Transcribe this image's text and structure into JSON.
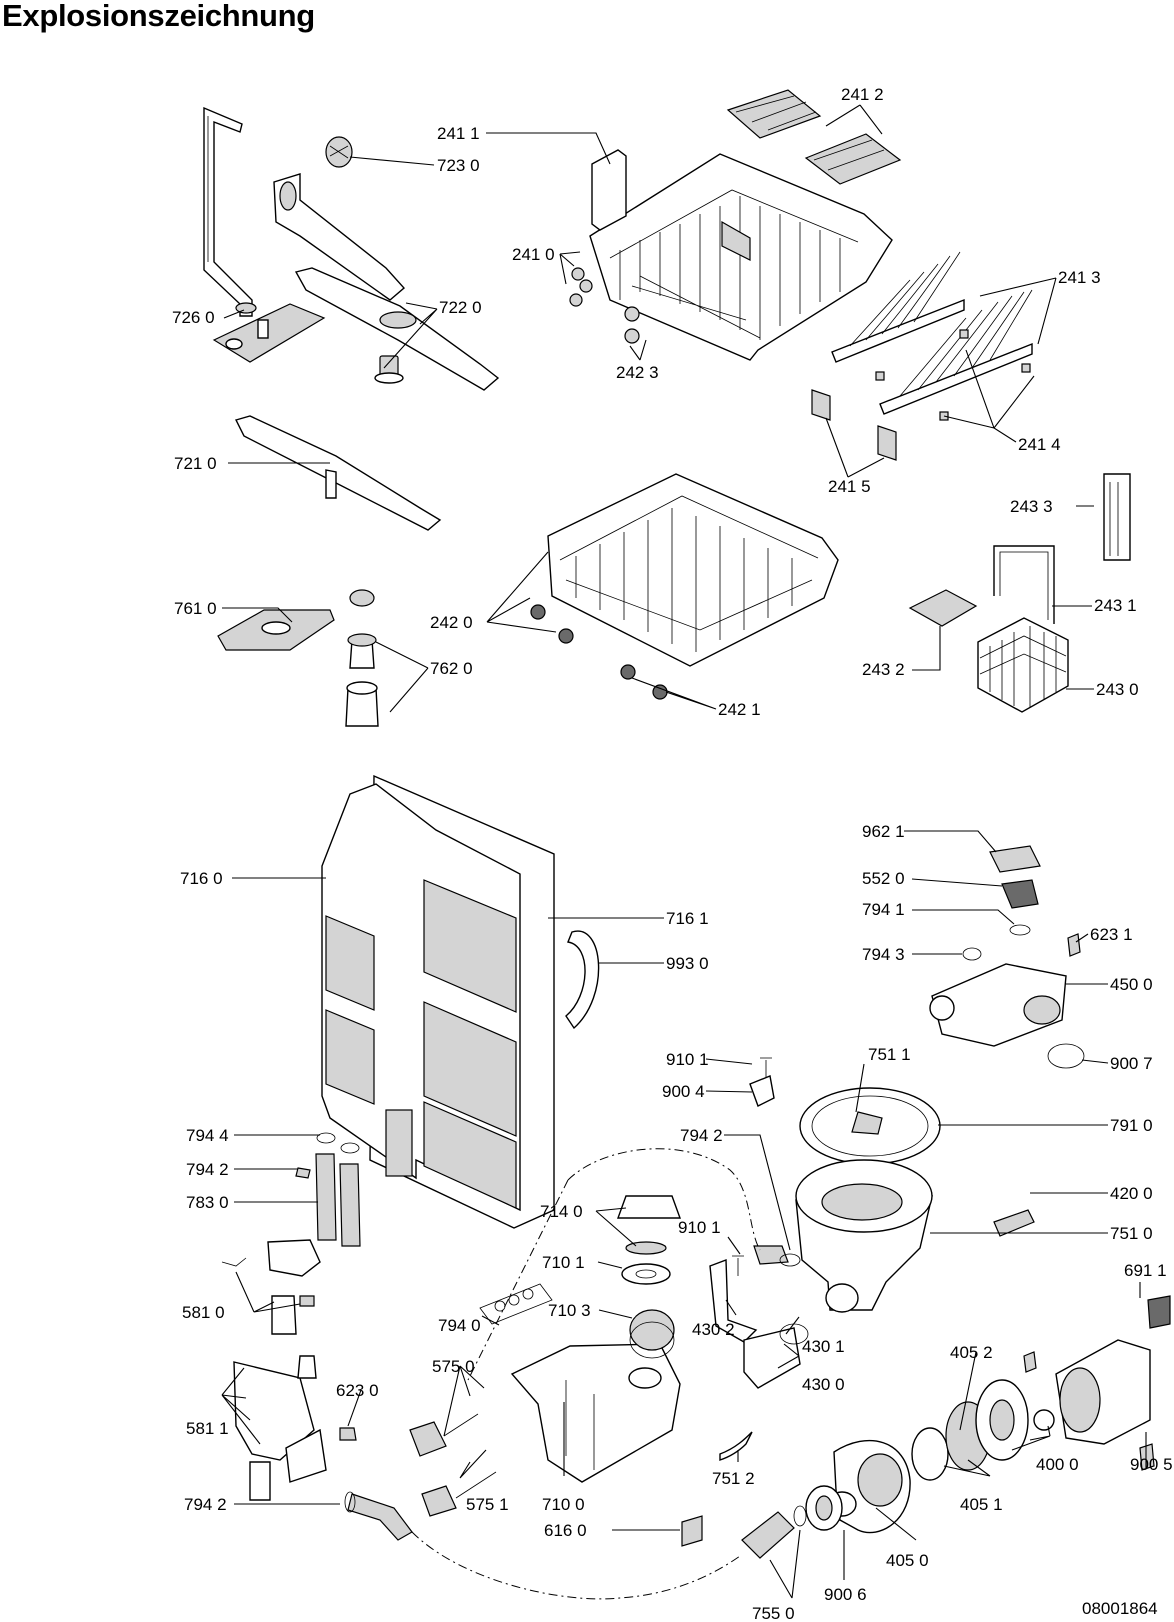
{
  "title": "Explosionszeichnung",
  "document_number": "08001864",
  "labels": {
    "l2412": "241 2",
    "l2411": "241 1",
    "l7230": "723 0",
    "l2410": "241 0",
    "l2413": "241 3",
    "l7220": "722 0",
    "l7260": "726 0",
    "l2423": "242 3",
    "l2414": "241 4",
    "l7210": "721 0",
    "l2415": "241 5",
    "l2433": "243 3",
    "l7610": "761 0",
    "l2420": "242 0",
    "l2431": "243 1",
    "l7620": "762 0",
    "l2432": "243 2",
    "l2430": "243 0",
    "l2421": "242 1",
    "l9621": "962 1",
    "l7160": "716 0",
    "l5520": "552 0",
    "l7161": "716 1",
    "l7941": "794 1",
    "l6231": "623 1",
    "l9930": "993 0",
    "l7943": "794 3",
    "l4500": "450 0",
    "l9101a": "910 1",
    "l7511": "751 1",
    "l9007": "900 7",
    "l9004": "900 4",
    "l7942a": "794 2",
    "l7910": "791 0",
    "l7944": "794 4",
    "l7942b": "794 2",
    "l7830": "783 0",
    "l4200": "420 0",
    "l7140": "714 0",
    "l9101b": "910 1",
    "l7510": "751 0",
    "l7101": "710 1",
    "l6911": "691 1",
    "l5810": "581 0",
    "l7103": "710 3",
    "l4302": "430 2",
    "l7940": "794 0",
    "l4301": "430 1",
    "l4052": "405 2",
    "l5750": "575 0",
    "l4300": "430 0",
    "l6230": "623 0",
    "l5811": "581 1",
    "l4000": "400 0",
    "l9005": "900 5",
    "l7512": "751 2",
    "l4051": "405 1",
    "l5751": "575 1",
    "l7942c": "794 2",
    "l7100": "710 0",
    "l6160": "616 0",
    "l4050": "405 0",
    "l9006": "900 6",
    "l7550": "755 0"
  }
}
